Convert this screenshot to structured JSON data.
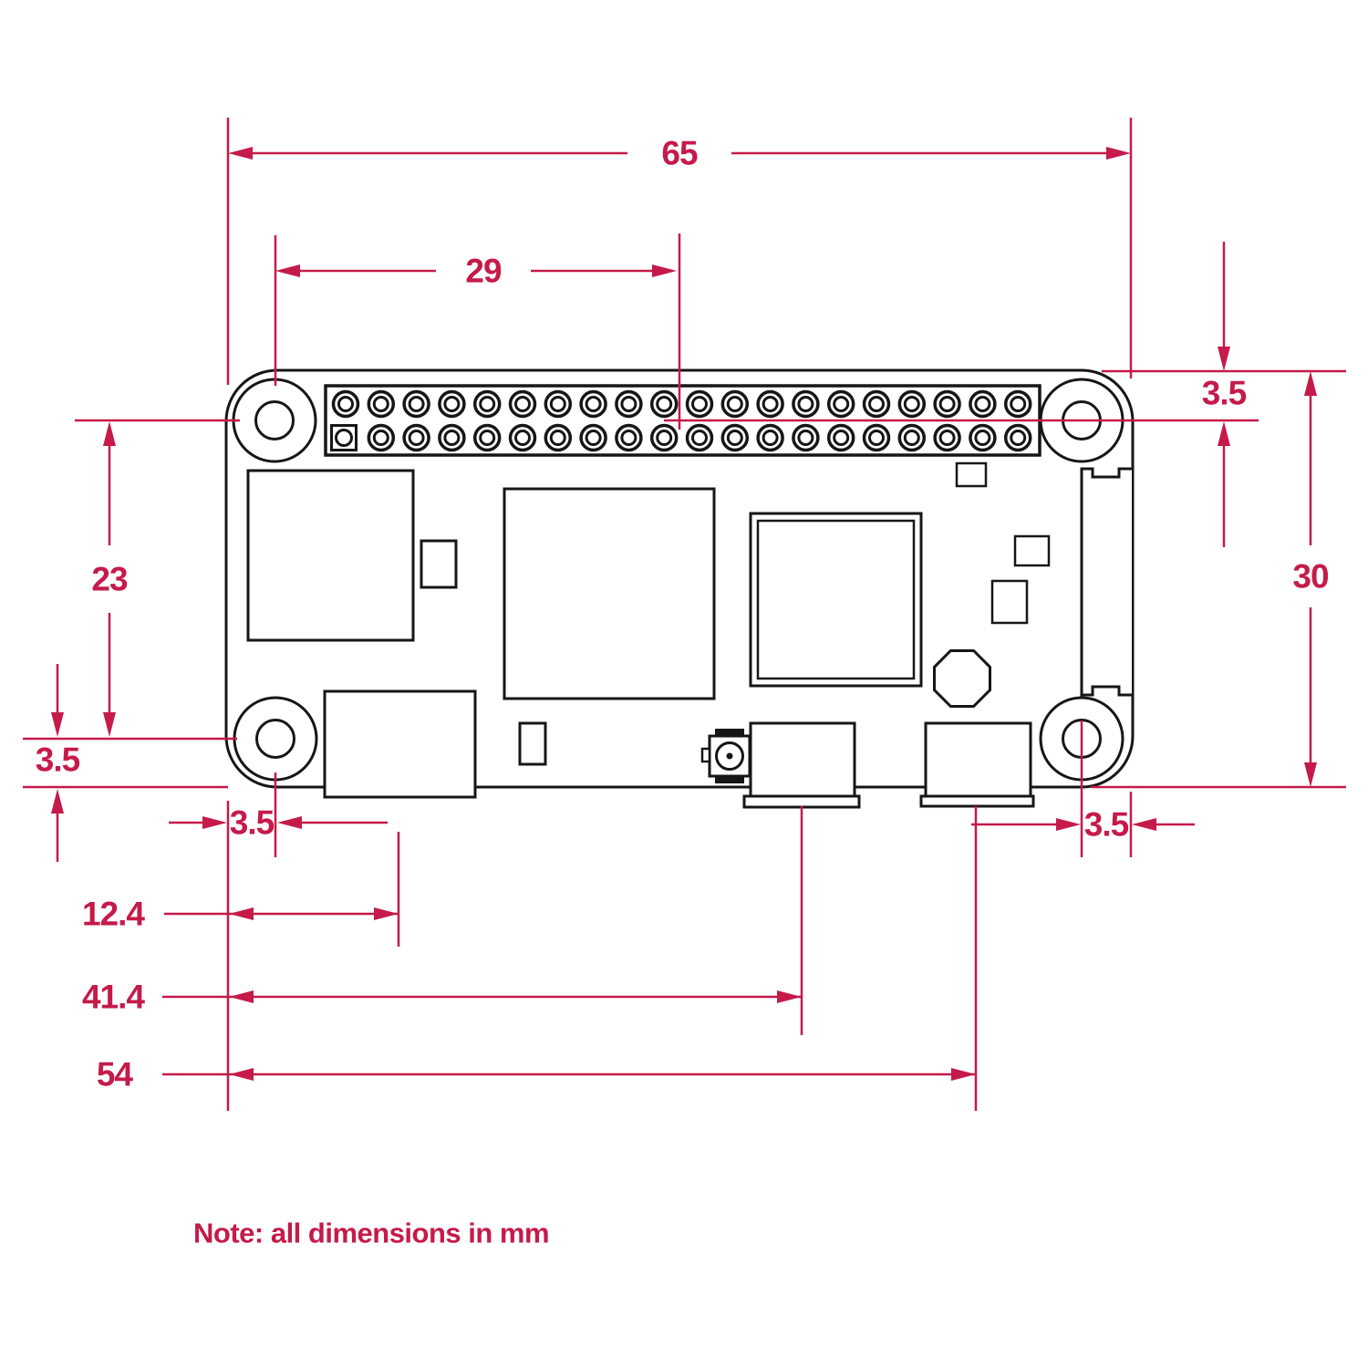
{
  "note": {
    "text": "Note: all dimensions in mm"
  },
  "units": "mm",
  "colors": {
    "dimension_color": "#C51A4A",
    "outline_color": "#161616",
    "background": "#ffffff"
  },
  "dims": {
    "overall_width": "65",
    "gpio_center_from_hole": "29",
    "hole_offset_top": "3.5",
    "overall_height": "30",
    "hole_pitch_vertical": "23",
    "hole_offset_bottom": "3.5",
    "hole_offset_left": "3.5",
    "hole_offset_right": "3.5",
    "hdmi_center_from_edge": "12.4",
    "usb_center_from_edge": "41.4",
    "power_center_from_edge": "54"
  },
  "gpio": {
    "columns": 20,
    "rows": 2,
    "pin1_square": true
  }
}
